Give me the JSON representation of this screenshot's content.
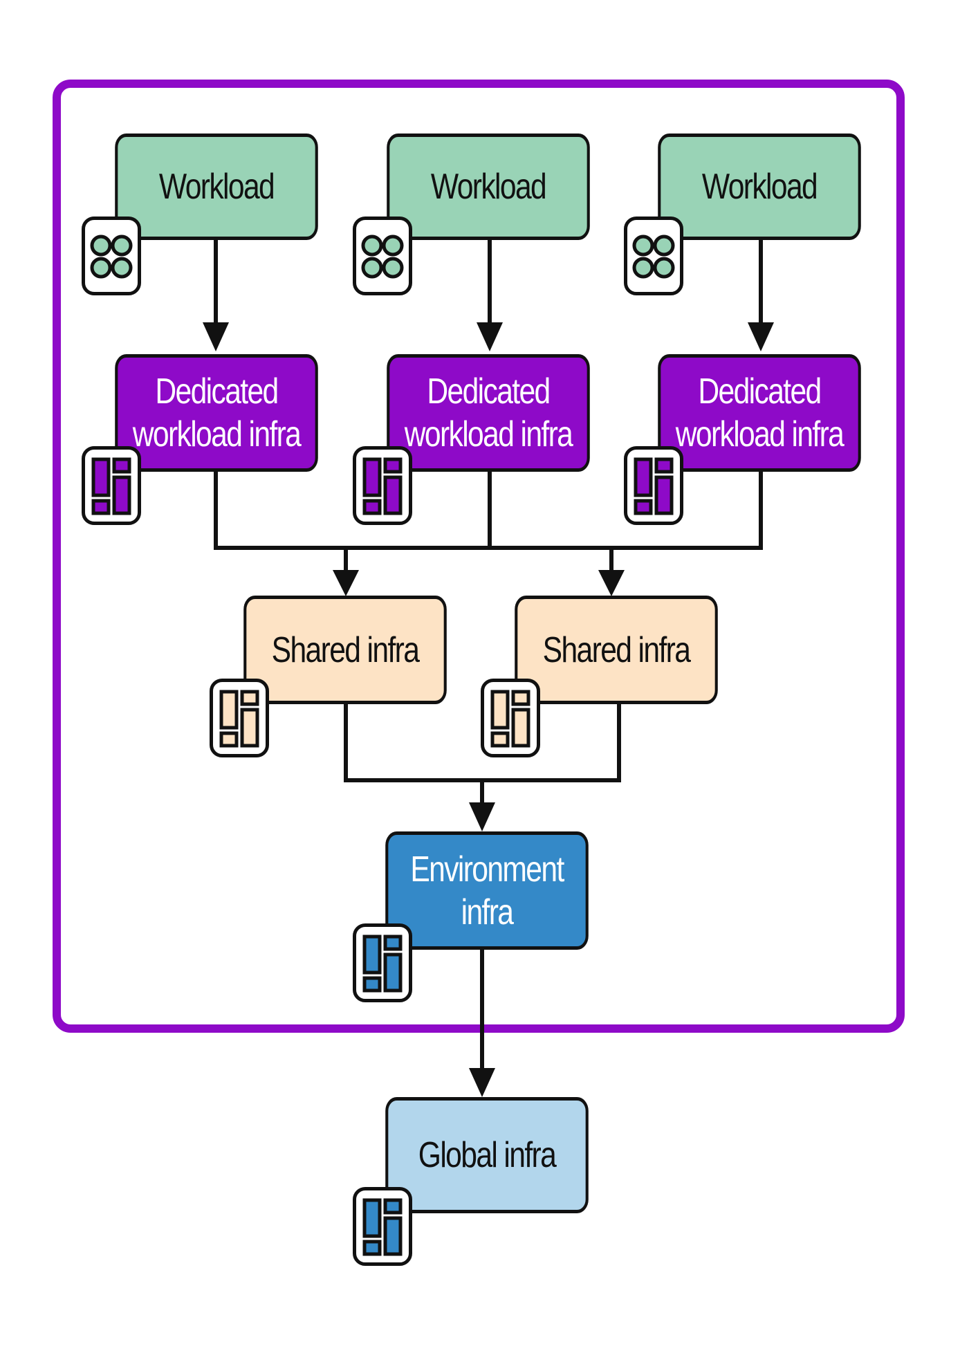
{
  "colors": {
    "container_border": "#8e0ac8",
    "workload": "#99d3b6",
    "dedicated": "#8e0ac8",
    "shared": "#fde3c5",
    "environment": "#3489c8",
    "global": "#b2d6ec",
    "icon_fill_grid": "#99d3b6",
    "icon_fill_dedicated": "#8e0ac8",
    "icon_fill_shared": "#fde3c5",
    "icon_fill_blue": "#3489c8"
  },
  "nodes": {
    "workload_1": {
      "label": "Workload",
      "icon": "circles-grid-icon"
    },
    "workload_2": {
      "label": "Workload",
      "icon": "circles-grid-icon"
    },
    "workload_3": {
      "label": "Workload",
      "icon": "circles-grid-icon"
    },
    "dedicated_1": {
      "line1": "Dedicated",
      "line2": "workload infra",
      "icon": "infrastructure-layout-icon"
    },
    "dedicated_2": {
      "line1": "Dedicated",
      "line2": "workload infra",
      "icon": "infrastructure-layout-icon"
    },
    "dedicated_3": {
      "line1": "Dedicated",
      "line2": "workload infra",
      "icon": "infrastructure-layout-icon"
    },
    "shared_1": {
      "label": "Shared infra",
      "icon": "infrastructure-layout-icon"
    },
    "shared_2": {
      "label": "Shared infra",
      "icon": "infrastructure-layout-icon"
    },
    "environment": {
      "line1": "Environment",
      "line2": "infra",
      "icon": "infrastructure-layout-icon"
    },
    "global": {
      "label": "Global infra",
      "icon": "infrastructure-layout-icon"
    }
  },
  "edges": [
    {
      "from": "workload_1",
      "to": "dedicated_1"
    },
    {
      "from": "workload_2",
      "to": "dedicated_2"
    },
    {
      "from": "workload_3",
      "to": "dedicated_3"
    },
    {
      "from": "dedicated_1",
      "to": "shared_1"
    },
    {
      "from": "dedicated_2",
      "to": "shared_1"
    },
    {
      "from": "dedicated_3",
      "to": "shared_1"
    },
    {
      "from": "dedicated_1",
      "to": "shared_2"
    },
    {
      "from": "dedicated_2",
      "to": "shared_2"
    },
    {
      "from": "dedicated_3",
      "to": "shared_2"
    },
    {
      "from": "shared_1",
      "to": "environment"
    },
    {
      "from": "shared_2",
      "to": "environment"
    },
    {
      "from": "environment",
      "to": "global"
    }
  ]
}
